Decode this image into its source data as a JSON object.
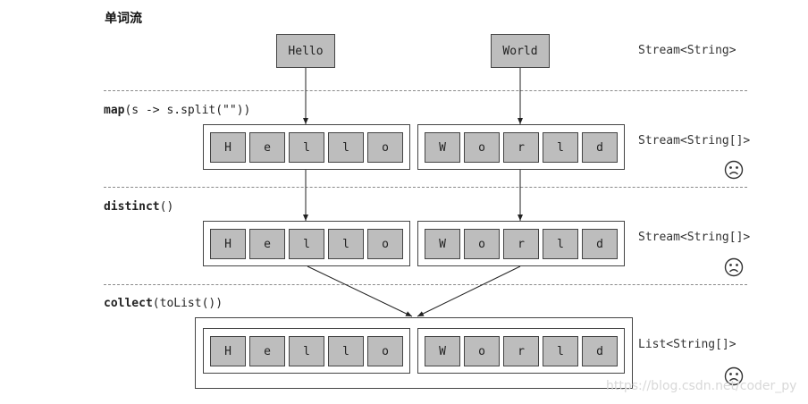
{
  "title": "单词流",
  "words": [
    "Hello",
    "World"
  ],
  "operations": {
    "map": {
      "fn": "map",
      "args": "(s -> s.split(\"\"))"
    },
    "distinct": {
      "fn": "distinct",
      "args": "()"
    },
    "collect": {
      "fn": "collect",
      "args": "(toList())"
    }
  },
  "types": {
    "stream_string": "Stream<String>",
    "stream_array_1": "Stream<String[]>",
    "stream_array_2": "Stream<String[]>",
    "list_array": "List<String[]>"
  },
  "rows": {
    "map_row": [
      [
        "H",
        "e",
        "l",
        "l",
        "o"
      ],
      [
        "W",
        "o",
        "r",
        "l",
        "d"
      ]
    ],
    "distinct_row": [
      [
        "H",
        "e",
        "l",
        "l",
        "o"
      ],
      [
        "W",
        "o",
        "r",
        "l",
        "d"
      ]
    ],
    "collect_row": [
      [
        "H",
        "e",
        "l",
        "l",
        "o"
      ],
      [
        "W",
        "o",
        "r",
        "l",
        "d"
      ]
    ]
  },
  "sad_icon": "sad-face-icon",
  "watermark": "https://blog.csdn.net/coder_py"
}
